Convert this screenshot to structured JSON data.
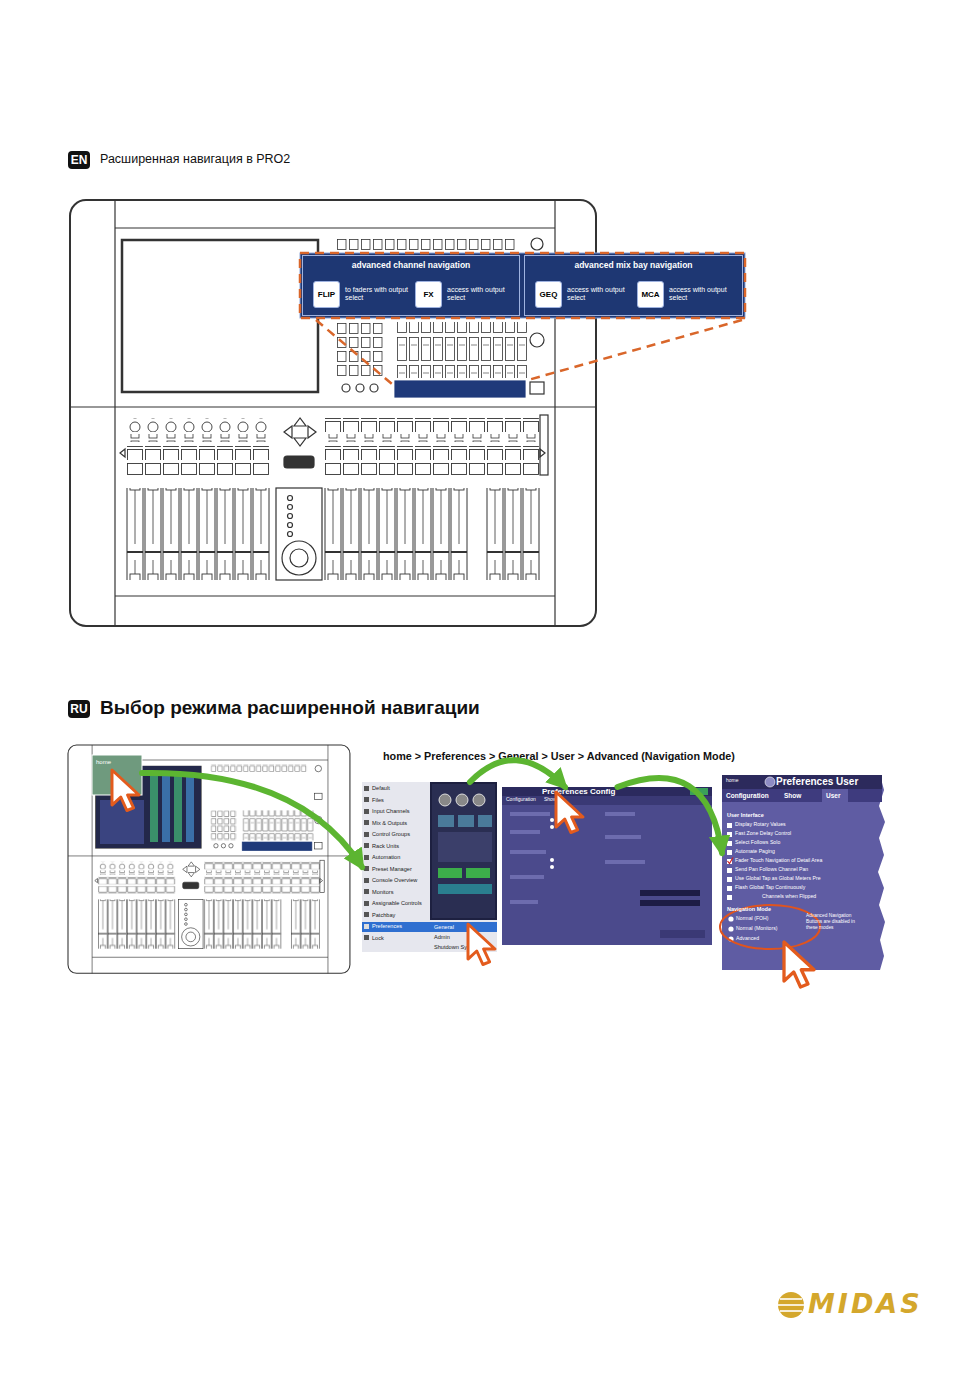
{
  "diagram": {
    "title": "Расширенная навигация в PRO2",
    "nodes": [
      {
        "text": [
          "advanced channel navigation"
        ]
      },
      {
        "text": [
          "FLIP",
          "to faders with output select"
        ],
        "in": 0
      },
      {
        "text": [
          "FX",
          "access with output select"
        ],
        "in": 0
      },
      {
        "text": [
          "advanced mix bay navigation"
        ]
      },
      {
        "text": [
          "GEQ",
          "access with output select"
        ],
        "in": 3
      },
      {
        "text": [
          "MCA",
          "access with output select"
        ],
        "in": 3
      },
      {
        "text": [
          "home"
        ]
      },
      {
        "text": [
          "Default",
          "Files",
          "Input Channels",
          "Mix & Outputs",
          "Control Groups",
          "Rack Units",
          "Automation",
          "Preset Manager",
          "Console Overview",
          "Monitors",
          "Assignable Controls",
          "Patchbay",
          "Preferences",
          "Lock",
          "General",
          "Admin",
          "Shutdown System"
        ]
      },
      {
        "text": [
          "Preferences Config",
          "Configuration",
          "Show"
        ]
      },
      {
        "text": [
          "home",
          "Preferences User",
          "Configuration",
          "Show",
          "User",
          "User Interface",
          "Display Rotary Values",
          "Fast Zone Delay Control",
          "Select Follows Solo",
          "Automate Paging",
          "Fader Touch Navigation of Detail Area",
          "Send Pan Follows Channel Pan",
          "Use Global Tap as Global Meters Pre",
          "Flash Global Tap Continuously",
          "Channels when Flipped",
          "Navigation Mode",
          "Normal (FOH)",
          "Normal (Monitors)",
          "Advanced",
          "Advanced Navigation Buttons are disabled in these modes"
        ]
      }
    ],
    "edges": [
      {
        "from": 6,
        "to": 7,
        "arrow": "to"
      },
      {
        "from": 7,
        "to": 8,
        "arrow": "to"
      },
      {
        "from": 8,
        "to": 9,
        "arrow": "to"
      }
    ],
    "labels": [
      "EN",
      "RU",
      "Выбор режима расширенной навигации",
      "home > Preferences > General > User > Advanced (Navigation Mode)",
      "MIDAS"
    ]
  }
}
